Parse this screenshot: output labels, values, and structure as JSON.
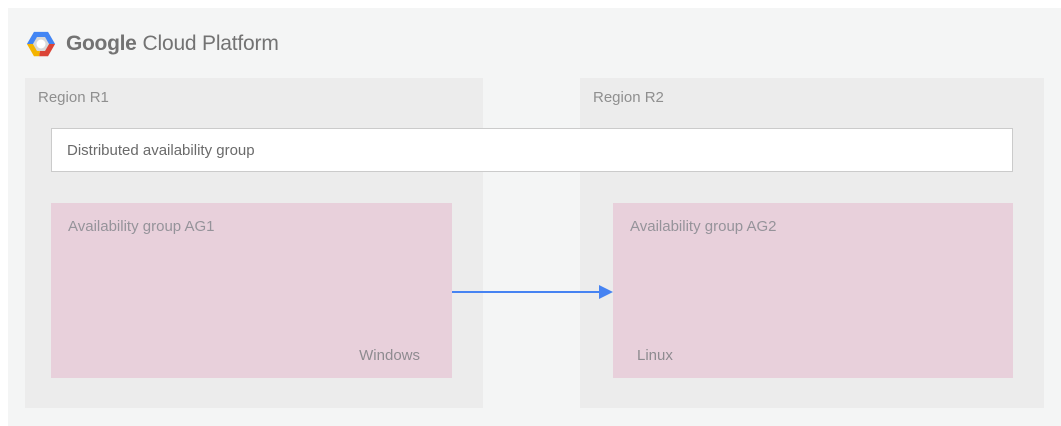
{
  "logo": {
    "brand": "Google",
    "product": "Cloud Platform",
    "icon": "gcp-hexagon-icon"
  },
  "diagram": {
    "distributed_group": {
      "label": "Distributed availability group"
    },
    "regions": [
      {
        "label": "Region R1",
        "availability_group": {
          "label": "Availability group AG1",
          "os": "Windows"
        }
      },
      {
        "label": "Region R2",
        "availability_group": {
          "label": "Availability group AG2",
          "os": "Linux"
        }
      }
    ],
    "arrow": {
      "description": "replication arrow from AG1 to AG2",
      "direction": "left-to-right"
    }
  },
  "colors": {
    "canvas": "#f4f5f5",
    "region_panel": "#ececec",
    "availability_group": "#e8d0db",
    "dag_box_bg": "#ffffff",
    "dag_box_border": "#cbcbcb",
    "dag_text": "#6a6a6a",
    "label_gray": "#8f8f8f",
    "ag_label": "#95939a",
    "os_label": "#8e8b90",
    "logo_text": "#737373",
    "arrow_blue": "#4683f2",
    "logo_blue": "#4285f4",
    "logo_red": "#db4437",
    "logo_yellow": "#f4b400",
    "logo_inner_gray": "#d8d8d8"
  }
}
